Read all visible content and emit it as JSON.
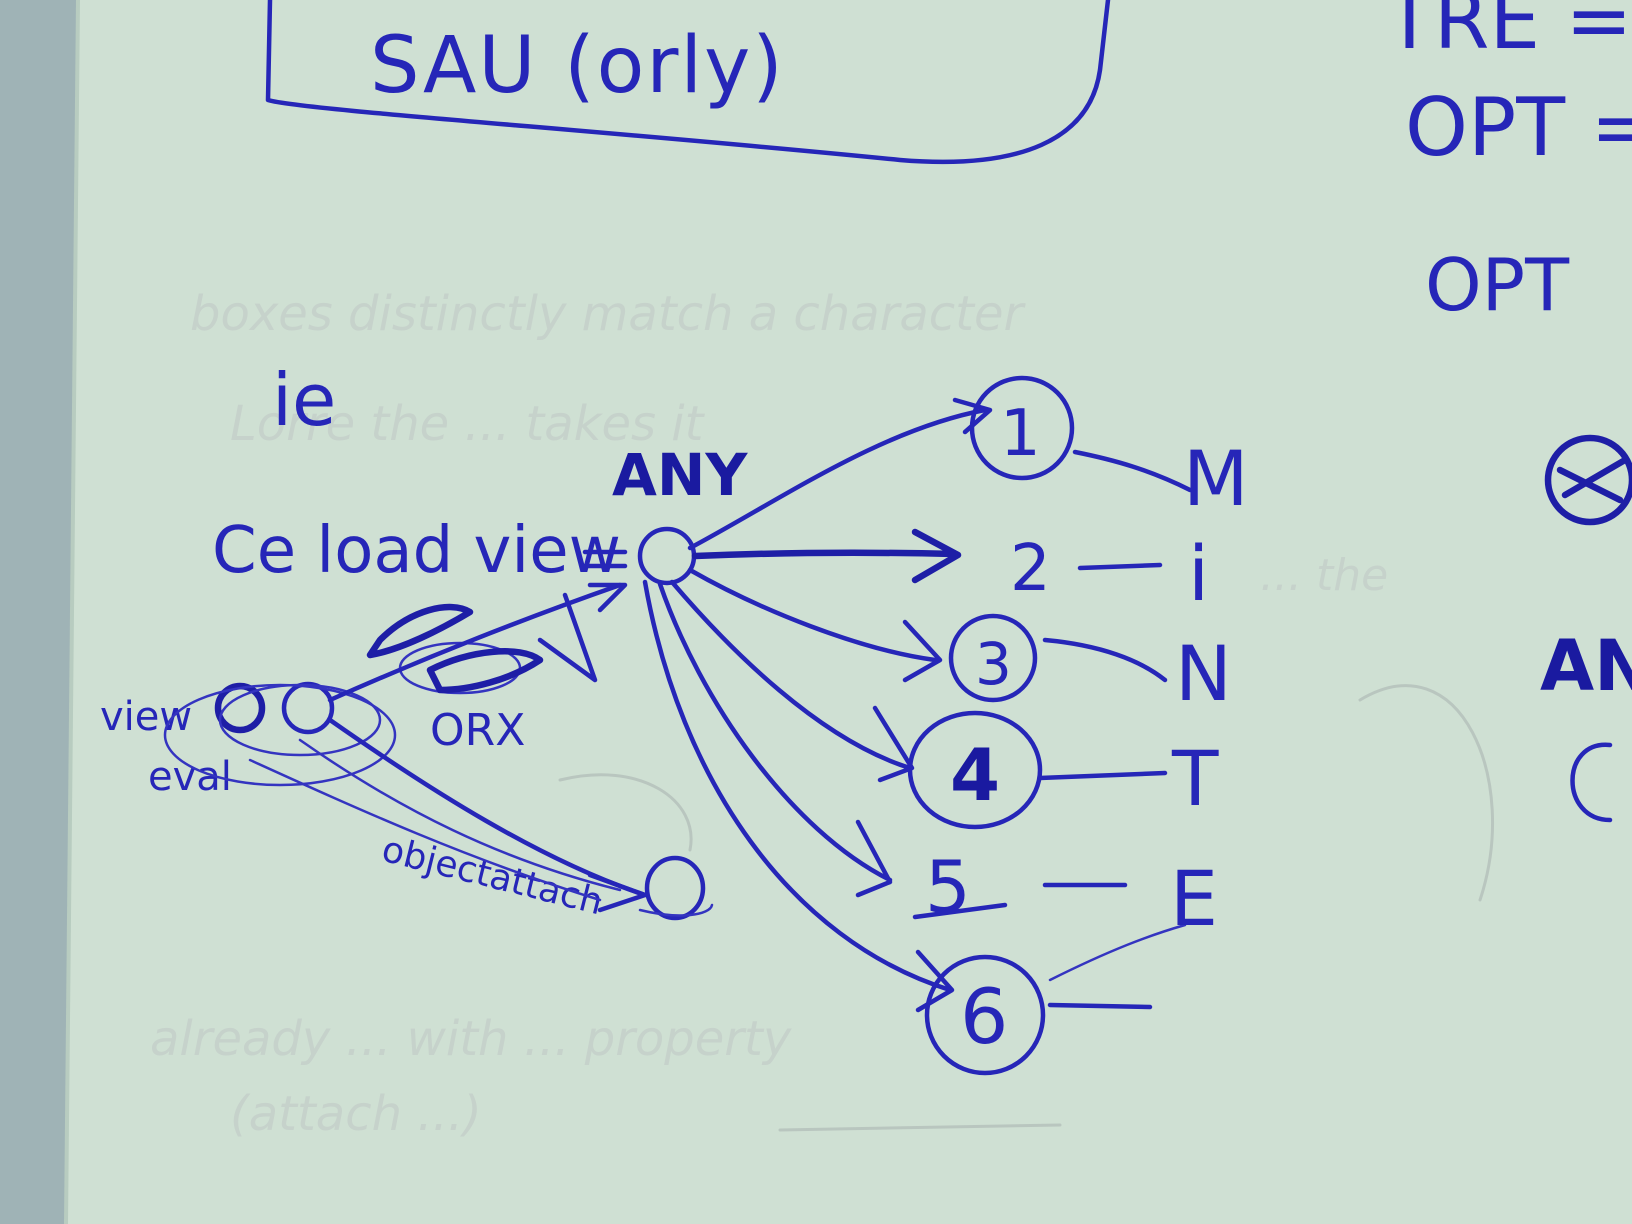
{
  "box": {
    "text": "SAU (orly)"
  },
  "right_column": [
    "TRE =",
    "OPT =",
    "OPT",
    "AN"
  ],
  "ie_label": "ie",
  "source_label": "Ce load view",
  "any_label": "ANY",
  "node_labels": [
    "1",
    "2",
    "3",
    "4",
    "5",
    "6"
  ],
  "letters": [
    "M",
    "i",
    "N",
    "T",
    "E"
  ],
  "left_labels": {
    "view": "view",
    "eval": "eval",
    "orx": "ORX",
    "object_attach": "objectattach"
  },
  "faint_show_through": [
    "boxes distinctly match a character",
    "Lorre the ... takes it",
    "... the",
    "already ... with ... property",
    "(attach ...)"
  ],
  "colors": {
    "paper": "#cfe0d3",
    "ink": "#2626b8",
    "backdrop": "#9fb3b6"
  }
}
